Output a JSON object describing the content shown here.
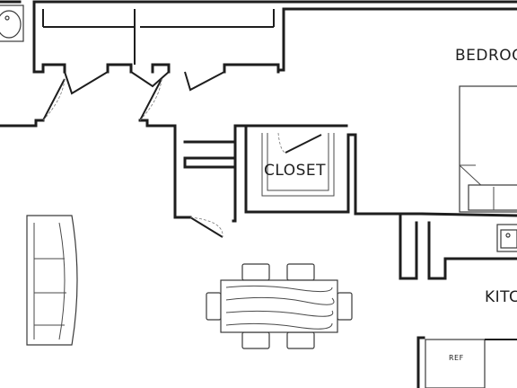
{
  "rooms": {
    "bedroom": "BEDROOM",
    "closet": "CLOSET",
    "kitchen": "KITCHEN"
  },
  "appliances": {
    "refrigerator": "REF"
  },
  "fixtures": [
    "bathroom-sink",
    "kitchen-sink",
    "sofa",
    "dining-table",
    "dining-chairs",
    "bed",
    "closet-shelving"
  ]
}
